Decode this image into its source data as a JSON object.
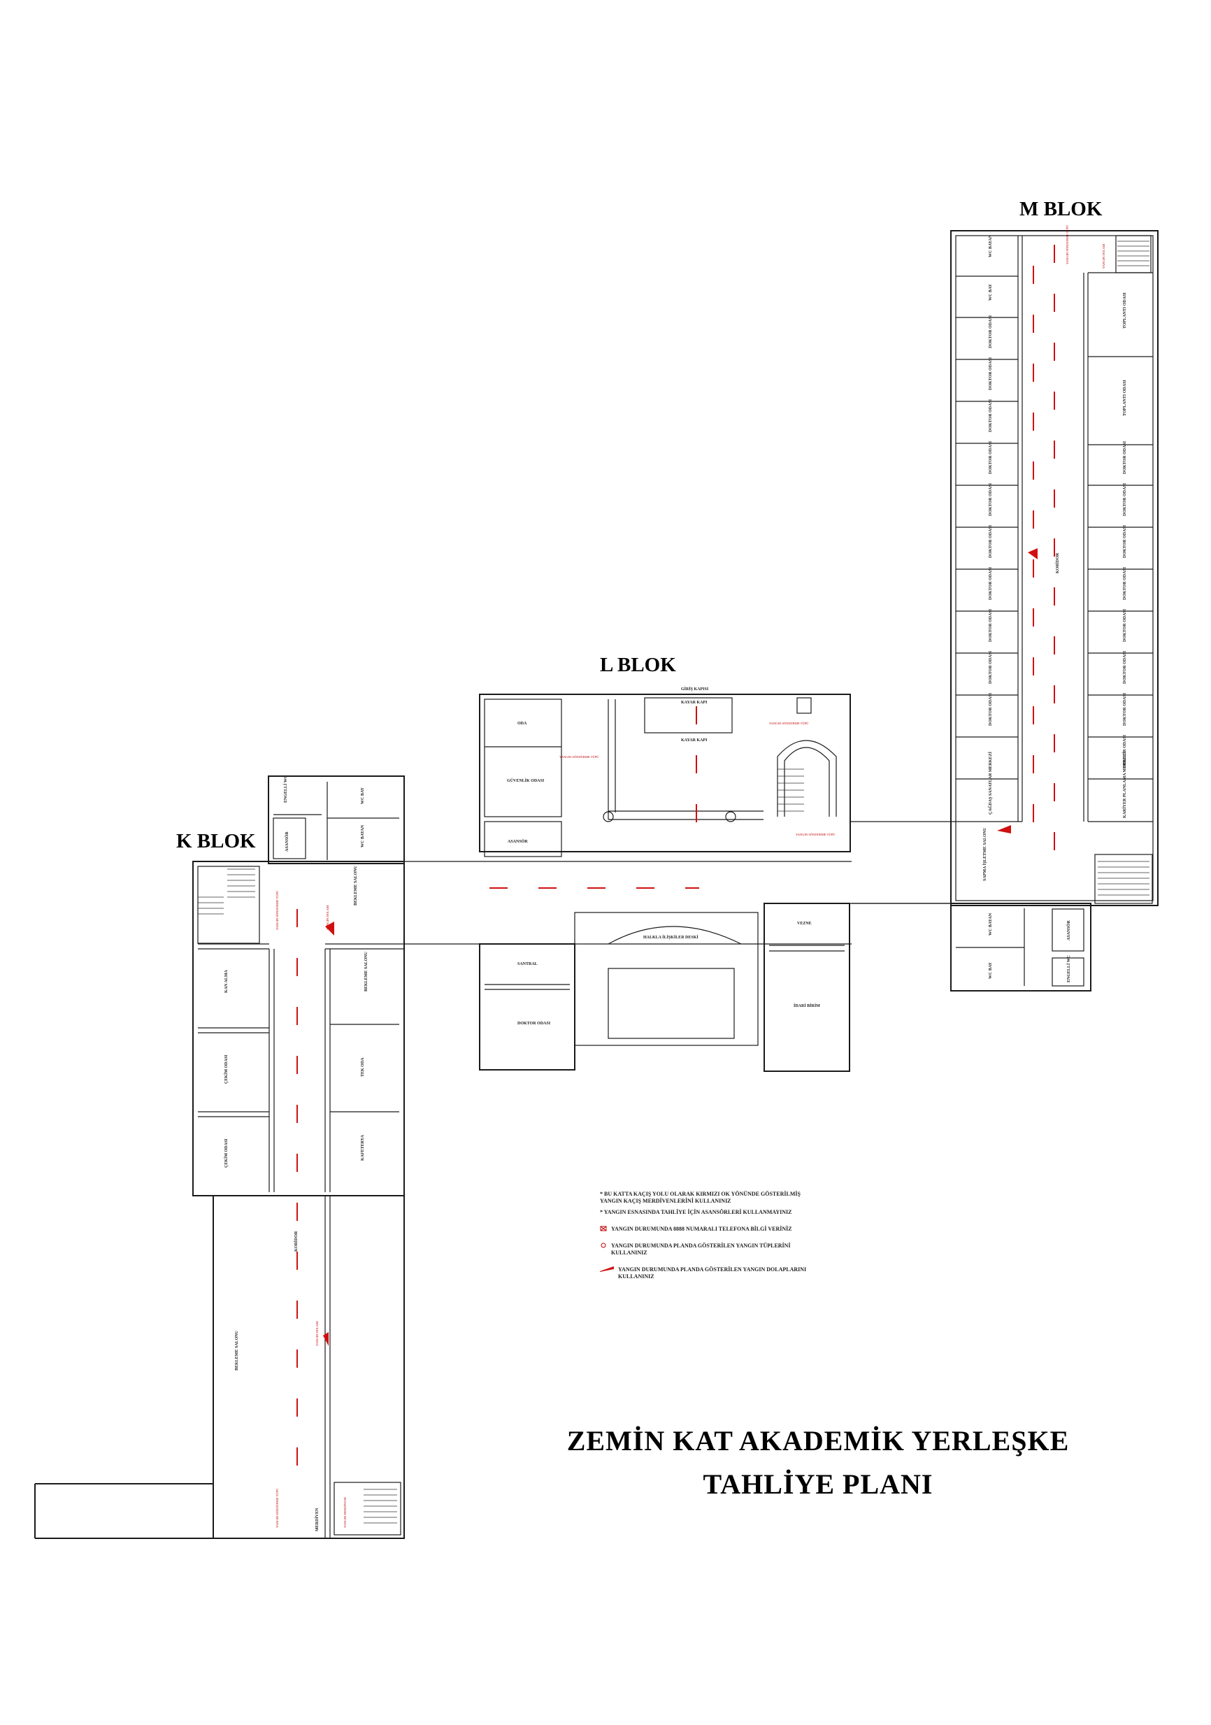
{
  "blocks": {
    "m": "M BLOK",
    "l": "L BLOK",
    "k": "K BLOK"
  },
  "title": {
    "line1": "ZEMİN  KAT AKADEMİK YERLEŞKE",
    "line2": "TAHLİYE  PLANI"
  },
  "legend": {
    "note1": "* BU KATTA KAÇIŞ YOLU OLARAK KIRMIZI OK YÖNÜNDE GÖSTERİLMİŞ YANGIN KAÇIŞ MERDİVENLERİNİ KULLANINIZ",
    "note2": "* YANGIN ESNASINDA TAHLİYE İÇİN ASANSÖRLERİ KULLANMAYINIZ",
    "phone": "YANGIN DURUMUNDA 8888 NUMARALI TELEFONA BİLGİ VERİNİZ",
    "extinguisher": "YANGIN DURUMUNDA PLANDA GÖSTERİLEN YANGIN TÜPLERİNİ KULLANINIZ",
    "cabinet": "YANGIN DURUMUNDA PLANDA GÖSTERİLEN YANGIN DOLAPLARINI KULLANINIZ"
  },
  "rooms": {
    "m_wc_bayan": "WC BAYAN",
    "m_wc_bay": "WC BAY",
    "doktor": "DOKTOR ODASI",
    "toplanti": "TOPLANTI ODASI",
    "koridor": "KORİDOR",
    "cagdas": "ÇAĞDAŞ SANATLAR MERKEZİ",
    "kariyer": "KARİYER PLANLAMA MERKEZİ",
    "sapma": "SAPMA İŞLETME SALONU",
    "asansor": "ASANSÖR",
    "oda": "ODA",
    "guvenlik": "GÜVENLİK ODASI",
    "giris_kapi": "GİRİŞ KAPISI",
    "kayar_kapi": "KAYAR KAPI",
    "halkla": "HALKLA İLİŞKİLER DESKİ",
    "santral": "SANTRAL",
    "vezne": "VEZNE",
    "idari": "İDARİ BİRİM",
    "wc_bay": "WC BAY",
    "wc_bayan": "WC BAYAN",
    "engelli": "ENGELLİ WC",
    "kan_alma": "KAN ALMA",
    "cekim": "ÇEKİM ODASI",
    "tek": "TEK ODA",
    "kafeterya": "KAFETERYA",
    "bekleme": "BEKLEME SALONU",
    "merdiven": "MERDİVEN",
    "yangin_merdiven": "YANGIN MERDİVENİ"
  },
  "notes": {
    "tup": "YANGIN SÖNDÜRME TÜPÜ",
    "dolap": "YANGIN DOLABI"
  },
  "colors": {
    "route": "#d01010",
    "wall": "#1a1a1a"
  }
}
